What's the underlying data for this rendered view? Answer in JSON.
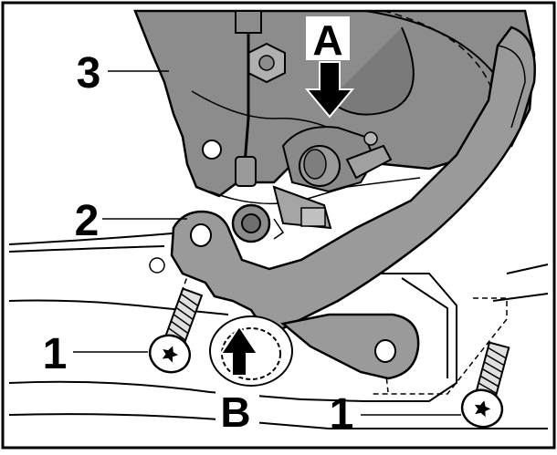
{
  "labels": {
    "bolt_lower_left": "1",
    "bolt_lower_right": "1",
    "bracket_hole": "2",
    "housing": "3",
    "view_a": "A",
    "view_b": "B"
  },
  "colors": {
    "outline": "#000000",
    "housing_fill": "#8c8c8c",
    "housing_dark": "#6e6e6e",
    "bracket_fill": "#9a9a9a",
    "plate_fill": "#ffffff",
    "background": "#ffffff"
  },
  "icons": [
    "arrow-down-icon",
    "arrow-up-icon",
    "torx-bolt-icon",
    "hex-nut-icon"
  ]
}
